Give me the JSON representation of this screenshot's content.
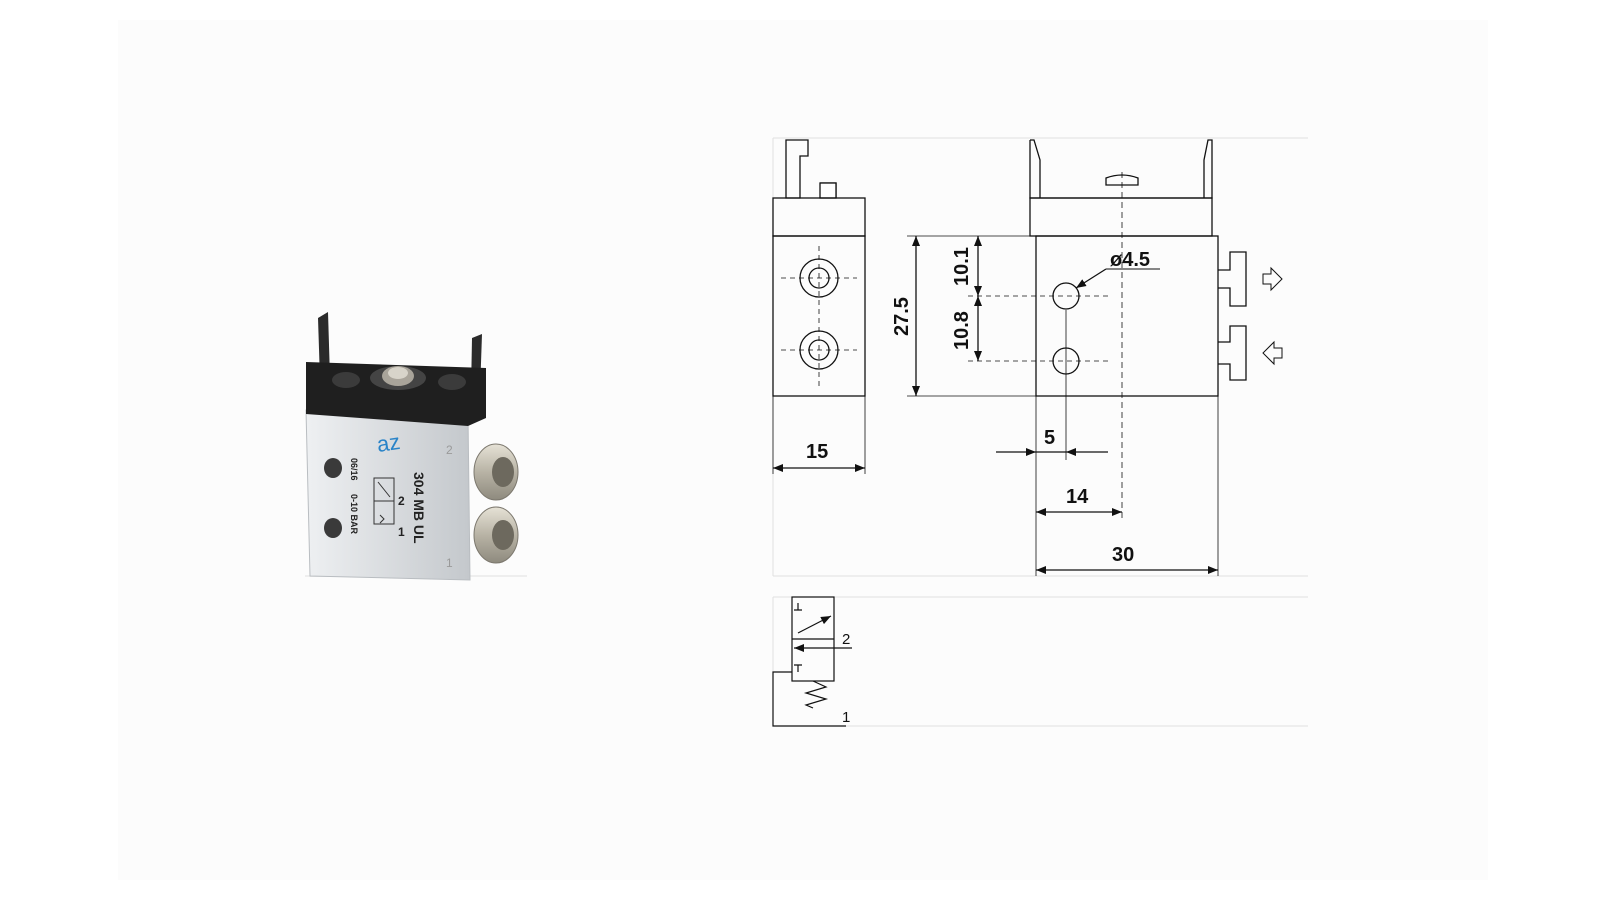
{
  "product": {
    "brand_logo": "az",
    "model": "304 MB UL",
    "date_code": "06/16",
    "pressure": "0-10 BAR",
    "port_out": "2",
    "port_in": "1"
  },
  "drawing": {
    "height_total": "27.5",
    "upper_spacing": "10.1",
    "lower_spacing": "10.8",
    "hole_diameter": "ø4.5",
    "side_width": "15",
    "hole_offset": "5",
    "hole_center": "14",
    "body_width": "30"
  },
  "symbol": {
    "port_out": "2",
    "port_in": "1"
  },
  "colors": {
    "line": "#111111",
    "aluminum": "#d9dcdf",
    "head": "#1f1f1f",
    "fitting": "#c8c4b8",
    "logo": "#2a84c8"
  },
  "icons": [
    "arrow-out-icon",
    "arrow-in-icon",
    "spring-icon"
  ]
}
